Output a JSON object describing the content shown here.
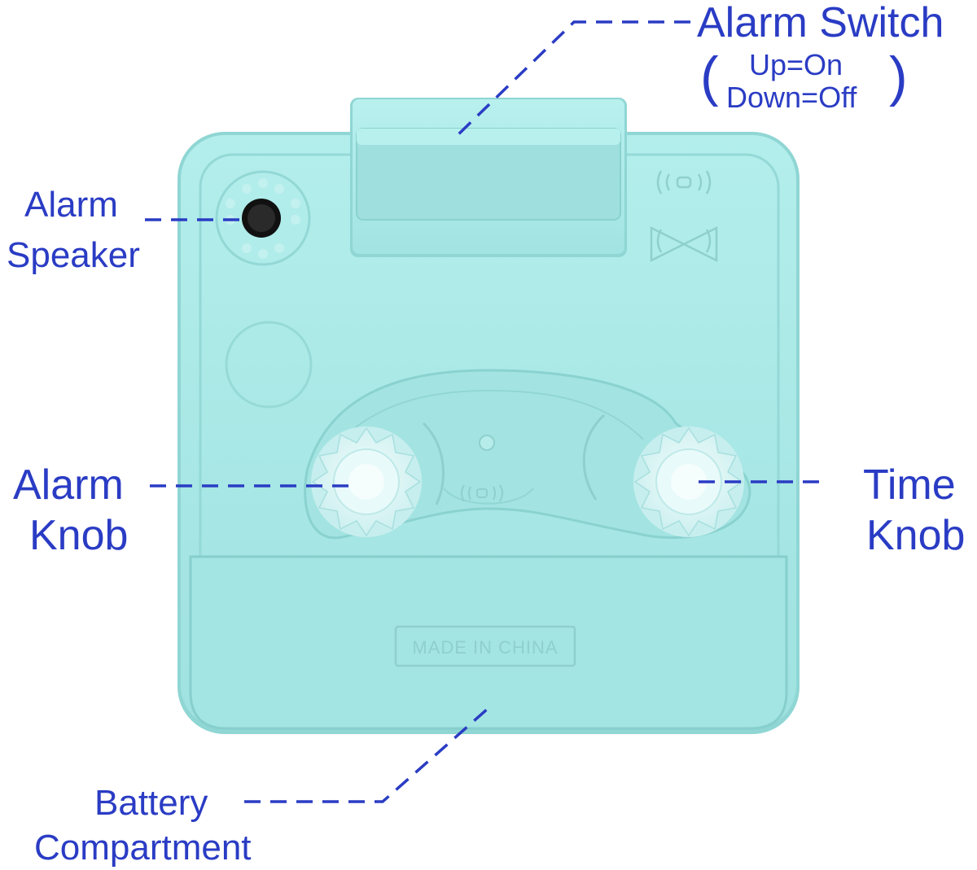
{
  "labels": {
    "alarm_switch": {
      "title": "Alarm Switch",
      "paren_open": "(",
      "paren_close": ")",
      "line1": "Up=On",
      "line2": "Down=Off"
    },
    "alarm_speaker": {
      "line1": "Alarm",
      "line2": "Speaker"
    },
    "alarm_knob": {
      "line1": "Alarm",
      "line2": "Knob"
    },
    "time_knob": {
      "line1": "Time",
      "line2": "Knob"
    },
    "battery_compartment": {
      "line1": "Battery",
      "line2": "Compartment"
    }
  },
  "product": {
    "embossed_text": "MADE IN CHINA"
  },
  "colors": {
    "label_text": "#2a3cc4",
    "leader_line": "#2a3cc4",
    "body": "#a7e8e6",
    "body_shadow": "#8fd6d4",
    "knob": "#dff6f6",
    "speaker_center": "#111111"
  },
  "icons": [
    "alarm-sound-icon",
    "alarm-bell-icon"
  ]
}
